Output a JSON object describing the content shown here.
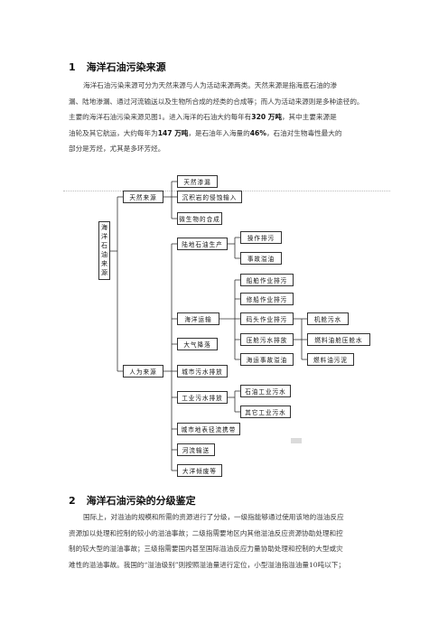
{
  "section1": {
    "num": "1",
    "title": "海洋石油污染来源",
    "para_lines": [
      [
        "海洋石油污染来源可分为天然来源与人为活动来源两类。天然来源是指海底石油的渗"
      ],
      [
        "漏、陆地渗漏、通过河流输送以及生物所合成的烃类的合成等；而人为活动来源则是多种途径的。"
      ],
      [
        "主要的海洋石油污染来源见图1。进入海洋的石油大约每年有",
        "320 万吨",
        "，其中主要来源是"
      ],
      [
        "油轮及其它航运，大约每年为",
        "147 万吨",
        "，是石油年入海量的",
        "46%",
        "，石油对生物毒性最大的"
      ],
      [
        "部分是芳烃，尤其是多环芳烃。"
      ]
    ]
  },
  "diagram": {
    "root": "海洋石油来源",
    "natural": {
      "label": "天然来源",
      "children": [
        "天然渗漏",
        "沉积岩的侵蚀输入",
        "微生物的合成"
      ]
    },
    "human": {
      "label": "人为来源",
      "children": {
        "offshore": {
          "label": "陆地石油生产",
          "children": [
            "操作排污",
            "事故溢油"
          ]
        },
        "shipping": {
          "label": "海洋运输",
          "children": [
            "船舶作业排污",
            "修船作业排污",
            "码头作业排污",
            "压舱污水排放",
            "海运事故溢油"
          ],
          "leaves": [
            "机舱污水",
            "燃料油舱压舱水",
            "燃料油污泥"
          ]
        },
        "air": {
          "label": "大气降落"
        },
        "urban": {
          "label": "城市污水排放"
        },
        "industrial": {
          "label": "工业污水排放",
          "children": [
            "石油工业污水",
            "其它工业污水"
          ]
        },
        "runoff": {
          "label": "城市地表径流携带"
        },
        "river": {
          "label": "河流输送"
        },
        "dumping": {
          "label": "大洋倾废等"
        }
      }
    }
  },
  "section2": {
    "num": "2",
    "title": "海洋石油污染的分级鉴定",
    "para_lines": [
      "国际上，对溢油的规模和所需的资源进行了分级，一级指能够通过使用该地的溢油反应",
      "资源加以处理和控制的较小的溢油事故；二级指需要地区内其他溢油反应资源协助处理和控",
      "制的较大型的溢油事故；三级指需要国内甚至国际溢油反应力量协助处理和控制的大型或灾",
      "难性的溢油事故。我国的“溢油级别”则按照溢油量进行定位，小型溢油指溢油量10吨以下；"
    ]
  }
}
